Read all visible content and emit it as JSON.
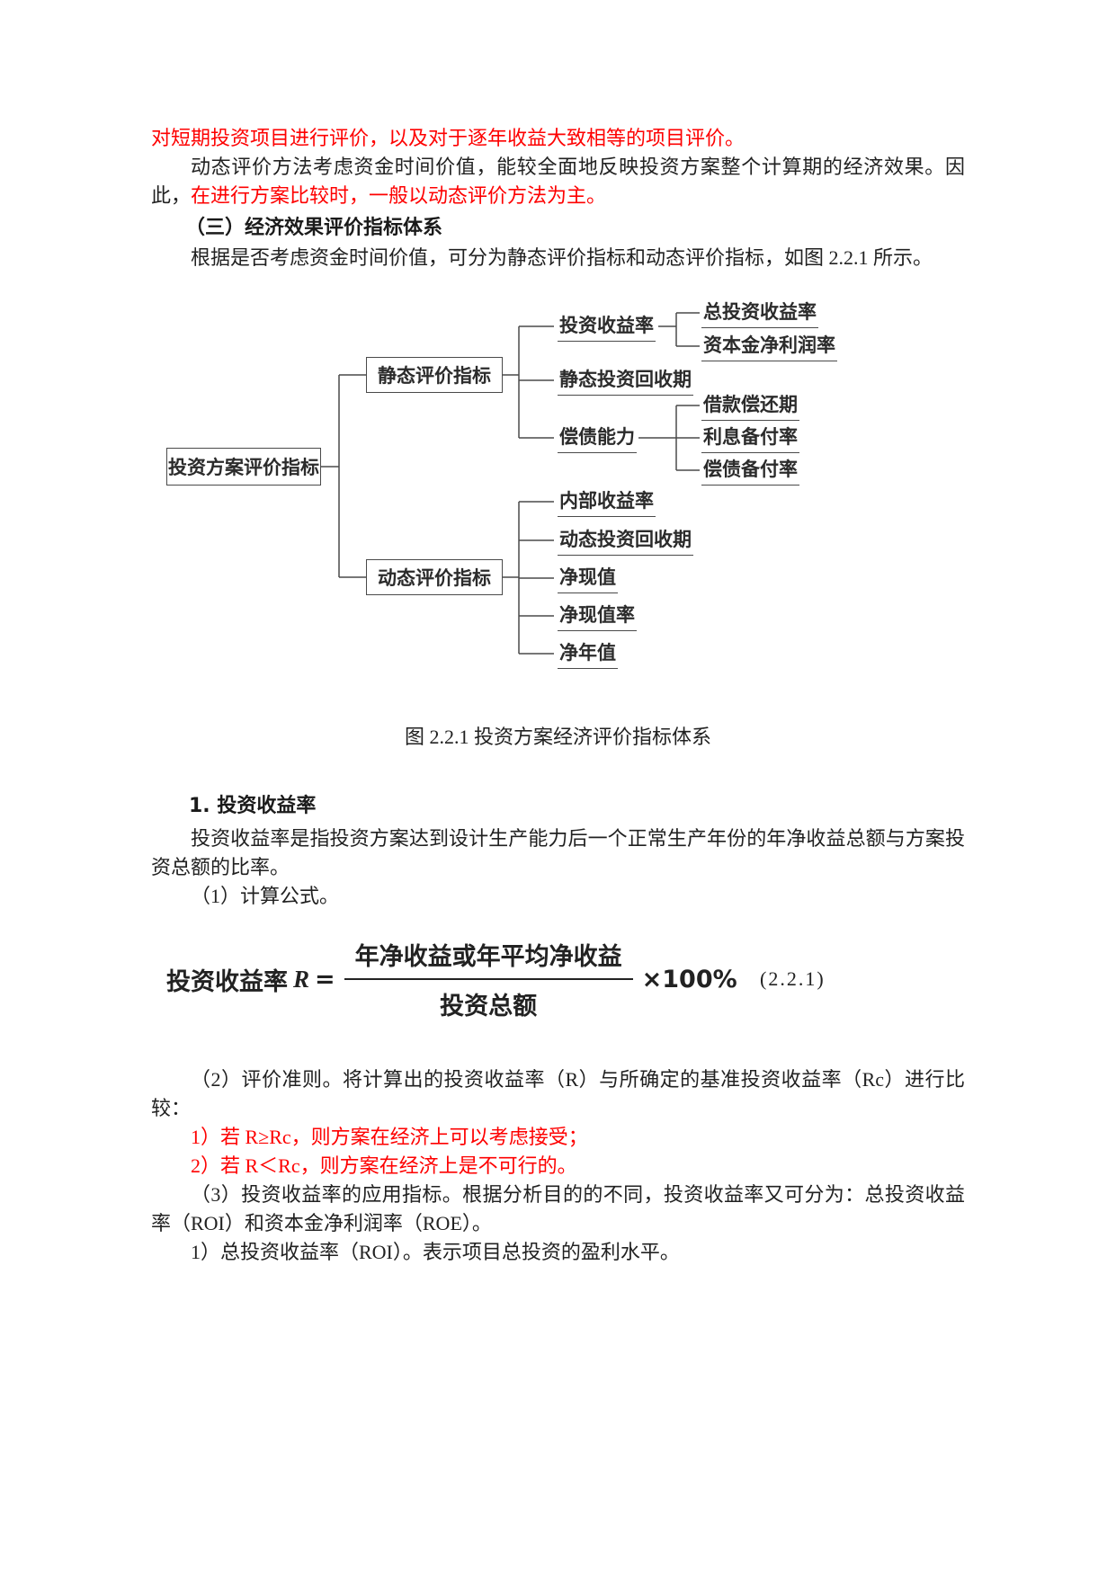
{
  "paragraphs": {
    "p1_red": "对短期投资项目进行评价，以及对于逐年收益大致相等的项目评价。",
    "p2_black": "动态评价方法考虑资金时间价值，能较全面地反映投资方案整个计算期的经济效果。因此，",
    "p2_red": "在进行方案比较时，一般以动态评价方法为主。",
    "h3": "（三）经济效果评价指标体系",
    "p3": "根据是否考虑资金时间价值，可分为静态评价指标和动态评价指标，如图 2.2.1 所示。",
    "caption": "图 2.2.1 投资方案经济评价指标体系",
    "h1": "1. 投资收益率",
    "p4": "投资收益率是指投资方案达到设计生产能力后一个正常生产年份的年净收益总额与方案投资总额的比率。",
    "p5": "（1）计算公式。",
    "p6": "（2）评价准则。将计算出的投资收益率（R）与所确定的基准投资收益率（Rc）进行比较：",
    "p7_red": "1）若 R≥Rc，则方案在经济上可以考虑接受；",
    "p8_red": "2）若 R＜Rc，则方案在经济上是不可行的。",
    "p9": "（3）投资收益率的应用指标。根据分析目的的不同，投资收益率又可分为：总投资收益率（ROI）和资本金净利润率（ROE）。",
    "p10": "1）总投资收益率（ROI）。表示项目总投资的盈利水平。"
  },
  "diagram": {
    "root": "投资方案评价指标",
    "static_box": "静态评价指标",
    "dynamic_box": "动态评价指标",
    "static_children": [
      "投资收益率",
      "静态投资回收期",
      "偿债能力"
    ],
    "roi_children": [
      "总投资收益率",
      "资本金净利润率"
    ],
    "debt_children": [
      "借款偿还期",
      "利息备付率",
      "偿债备付率"
    ],
    "dynamic_children": [
      "内部收益率",
      "动态投资回收期",
      "净现值",
      "净现值率",
      "净年值"
    ]
  },
  "formula": {
    "lhs": "投资收益率",
    "var": "R",
    "eq": "=",
    "numerator": "年净收益或年平均净收益",
    "denominator": "投资总额",
    "times": "×100%",
    "number": "(2.2.1)"
  },
  "colors": {
    "highlight_red": "#fe0000",
    "text": "#212121"
  }
}
